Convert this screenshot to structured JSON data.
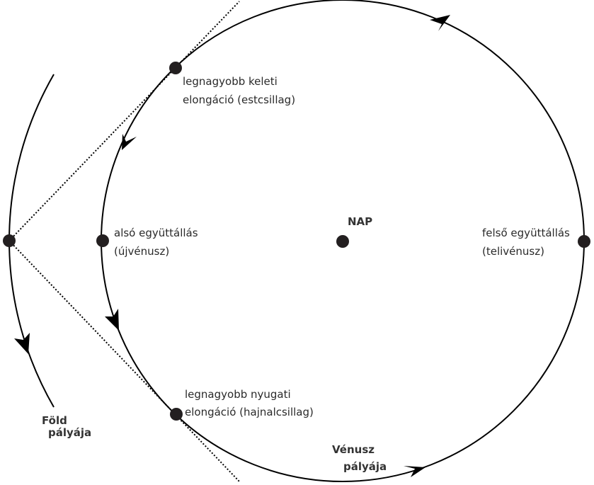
{
  "diagram": {
    "title": "Vénusz fázisai és helyzetei",
    "sun": {
      "label": "NAP"
    },
    "venus_orbit": {
      "label_line1": "Vénusz",
      "label_line2": "pályája"
    },
    "earth_orbit": {
      "label_line1": "Föld",
      "label_line2": "pályája"
    },
    "positions": [
      {
        "id": "greatest-eastern-elongation",
        "line1": "legnagyobb keleti",
        "line2": "elongáció (estcsillag)"
      },
      {
        "id": "inferior-conjunction",
        "line1": "alsó együttállás",
        "line2": "(újvénusz)"
      },
      {
        "id": "superior-conjunction",
        "line1": "felső együttállás",
        "line2": "(telivénusz)"
      },
      {
        "id": "greatest-western-elongation",
        "line1": "legnagyobb nyugati",
        "line2": "elongáció (hajnalcsillag)"
      }
    ],
    "colors": {
      "line": "#000000",
      "dot": "#231f20",
      "text": "#2a2a2a"
    }
  }
}
